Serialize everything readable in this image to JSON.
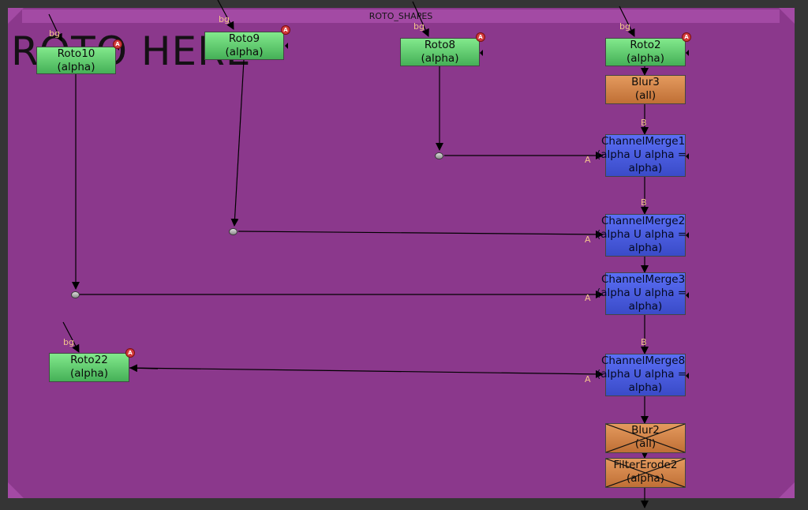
{
  "backdrop": {
    "title": "ROTO_SHAPES",
    "label": "ROTO HERE"
  },
  "input_labels": {
    "bg": "bg",
    "a": "A",
    "b": "B"
  },
  "badge_letter": "A",
  "nodes": {
    "roto10": {
      "name": "Roto10",
      "channels": "(alpha)"
    },
    "roto9": {
      "name": "Roto9",
      "channels": "(alpha)"
    },
    "roto8": {
      "name": "Roto8",
      "channels": "(alpha)"
    },
    "roto2": {
      "name": "Roto2",
      "channels": "(alpha)"
    },
    "roto22": {
      "name": "Roto22",
      "channels": "(alpha)"
    },
    "blur3": {
      "name": "Blur3",
      "channels": "(all)"
    },
    "channelmerge1": {
      "name": "ChannelMerge1",
      "op": "(alpha U alpha =",
      "out": "alpha)"
    },
    "channelmerge2": {
      "name": "ChannelMerge2",
      "op": "(alpha U alpha =",
      "out": "alpha)"
    },
    "channelmerge3": {
      "name": "ChannelMerge3",
      "op": "(alpha U alpha =",
      "out": "alpha)"
    },
    "channelmerge8": {
      "name": "ChannelMerge8",
      "op": "(alpha U alpha =",
      "out": "alpha)"
    },
    "blur2": {
      "name": "Blur2",
      "channels": "(all)",
      "disabled": true
    },
    "filtererode2": {
      "name": "FilterErode2",
      "channels": "(alpha)",
      "disabled": true
    }
  },
  "colors": {
    "backdrop": "#8b388c",
    "roto": "#5fcf6e",
    "blur": "#d48447",
    "channelmerge": "#4658de",
    "input_label": "#f4c48c",
    "wire": "#000000"
  }
}
